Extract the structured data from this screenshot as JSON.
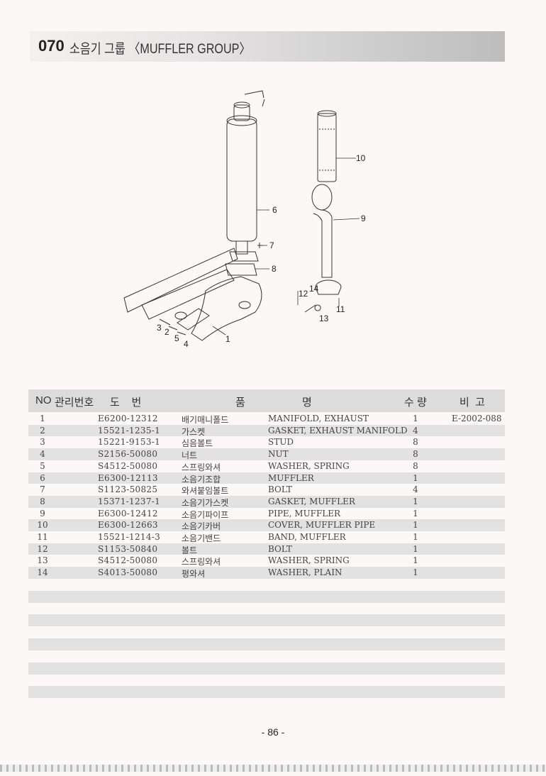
{
  "header": {
    "number": "070",
    "title": "소음기 그룹 〈MUFFLER GROUP〉"
  },
  "diagram": {
    "callouts": [
      "1",
      "2",
      "3",
      "4",
      "5",
      "6",
      "7",
      "8",
      "9",
      "10",
      "11",
      "12",
      "13",
      "14"
    ]
  },
  "table": {
    "headers": {
      "no": "NO",
      "code": "관리번호",
      "drawing": "도    번",
      "name_kr": "품",
      "name_en": "명",
      "qty": "수 량",
      "remarks": "비  고"
    },
    "rows": [
      {
        "no": "1",
        "part": "E6200-12312",
        "kr": "배기매니폴드",
        "en": "MANIFOLD, EXHAUST",
        "qty": "1",
        "remarks": "E-2002-088"
      },
      {
        "no": "2",
        "part": "15521-1235-1",
        "kr": "가스켓",
        "en": "GASKET, EXHAUST MANIFOLD",
        "qty": "4",
        "remarks": ""
      },
      {
        "no": "3",
        "part": "15221-9153-1",
        "kr": "심음볼트",
        "en": "STUD",
        "qty": "8",
        "remarks": ""
      },
      {
        "no": "4",
        "part": "S2156-50080",
        "kr": "너트",
        "en": "NUT",
        "qty": "8",
        "remarks": ""
      },
      {
        "no": "5",
        "part": "S4512-50080",
        "kr": "스프링와셔",
        "en": "WASHER, SPRING",
        "qty": "8",
        "remarks": ""
      },
      {
        "no": "6",
        "part": "E6300-12113",
        "kr": "소음기조합",
        "en": "MUFFLER",
        "qty": "1",
        "remarks": ""
      },
      {
        "no": "7",
        "part": "S1123-50825",
        "kr": "와셔붙임볼트",
        "en": "BOLT",
        "qty": "4",
        "remarks": ""
      },
      {
        "no": "8",
        "part": "15371-1237-1",
        "kr": "소음기가스켓",
        "en": "GASKET, MUFFLER",
        "qty": "1",
        "remarks": ""
      },
      {
        "no": "9",
        "part": "E6300-12412",
        "kr": "소음기파이프",
        "en": "PIPE, MUFFLER",
        "qty": "1",
        "remarks": ""
      },
      {
        "no": "10",
        "part": "E6300-12663",
        "kr": "소음기카버",
        "en": "COVER, MUFFLER PIPE",
        "qty": "1",
        "remarks": ""
      },
      {
        "no": "11",
        "part": "15521-1214-3",
        "kr": "소음기밴드",
        "en": "BAND, MUFFLER",
        "qty": "1",
        "remarks": ""
      },
      {
        "no": "12",
        "part": "S1153-50840",
        "kr": "볼트",
        "en": "BOLT",
        "qty": "1",
        "remarks": ""
      },
      {
        "no": "13",
        "part": "S4512-50080",
        "kr": "스프링와셔",
        "en": "WASHER, SPRING",
        "qty": "1",
        "remarks": ""
      },
      {
        "no": "14",
        "part": "S4013-50080",
        "kr": "평와셔",
        "en": "WASHER, PLAIN",
        "qty": "1",
        "remarks": ""
      }
    ]
  },
  "footer": {
    "page": "- 86 -"
  }
}
